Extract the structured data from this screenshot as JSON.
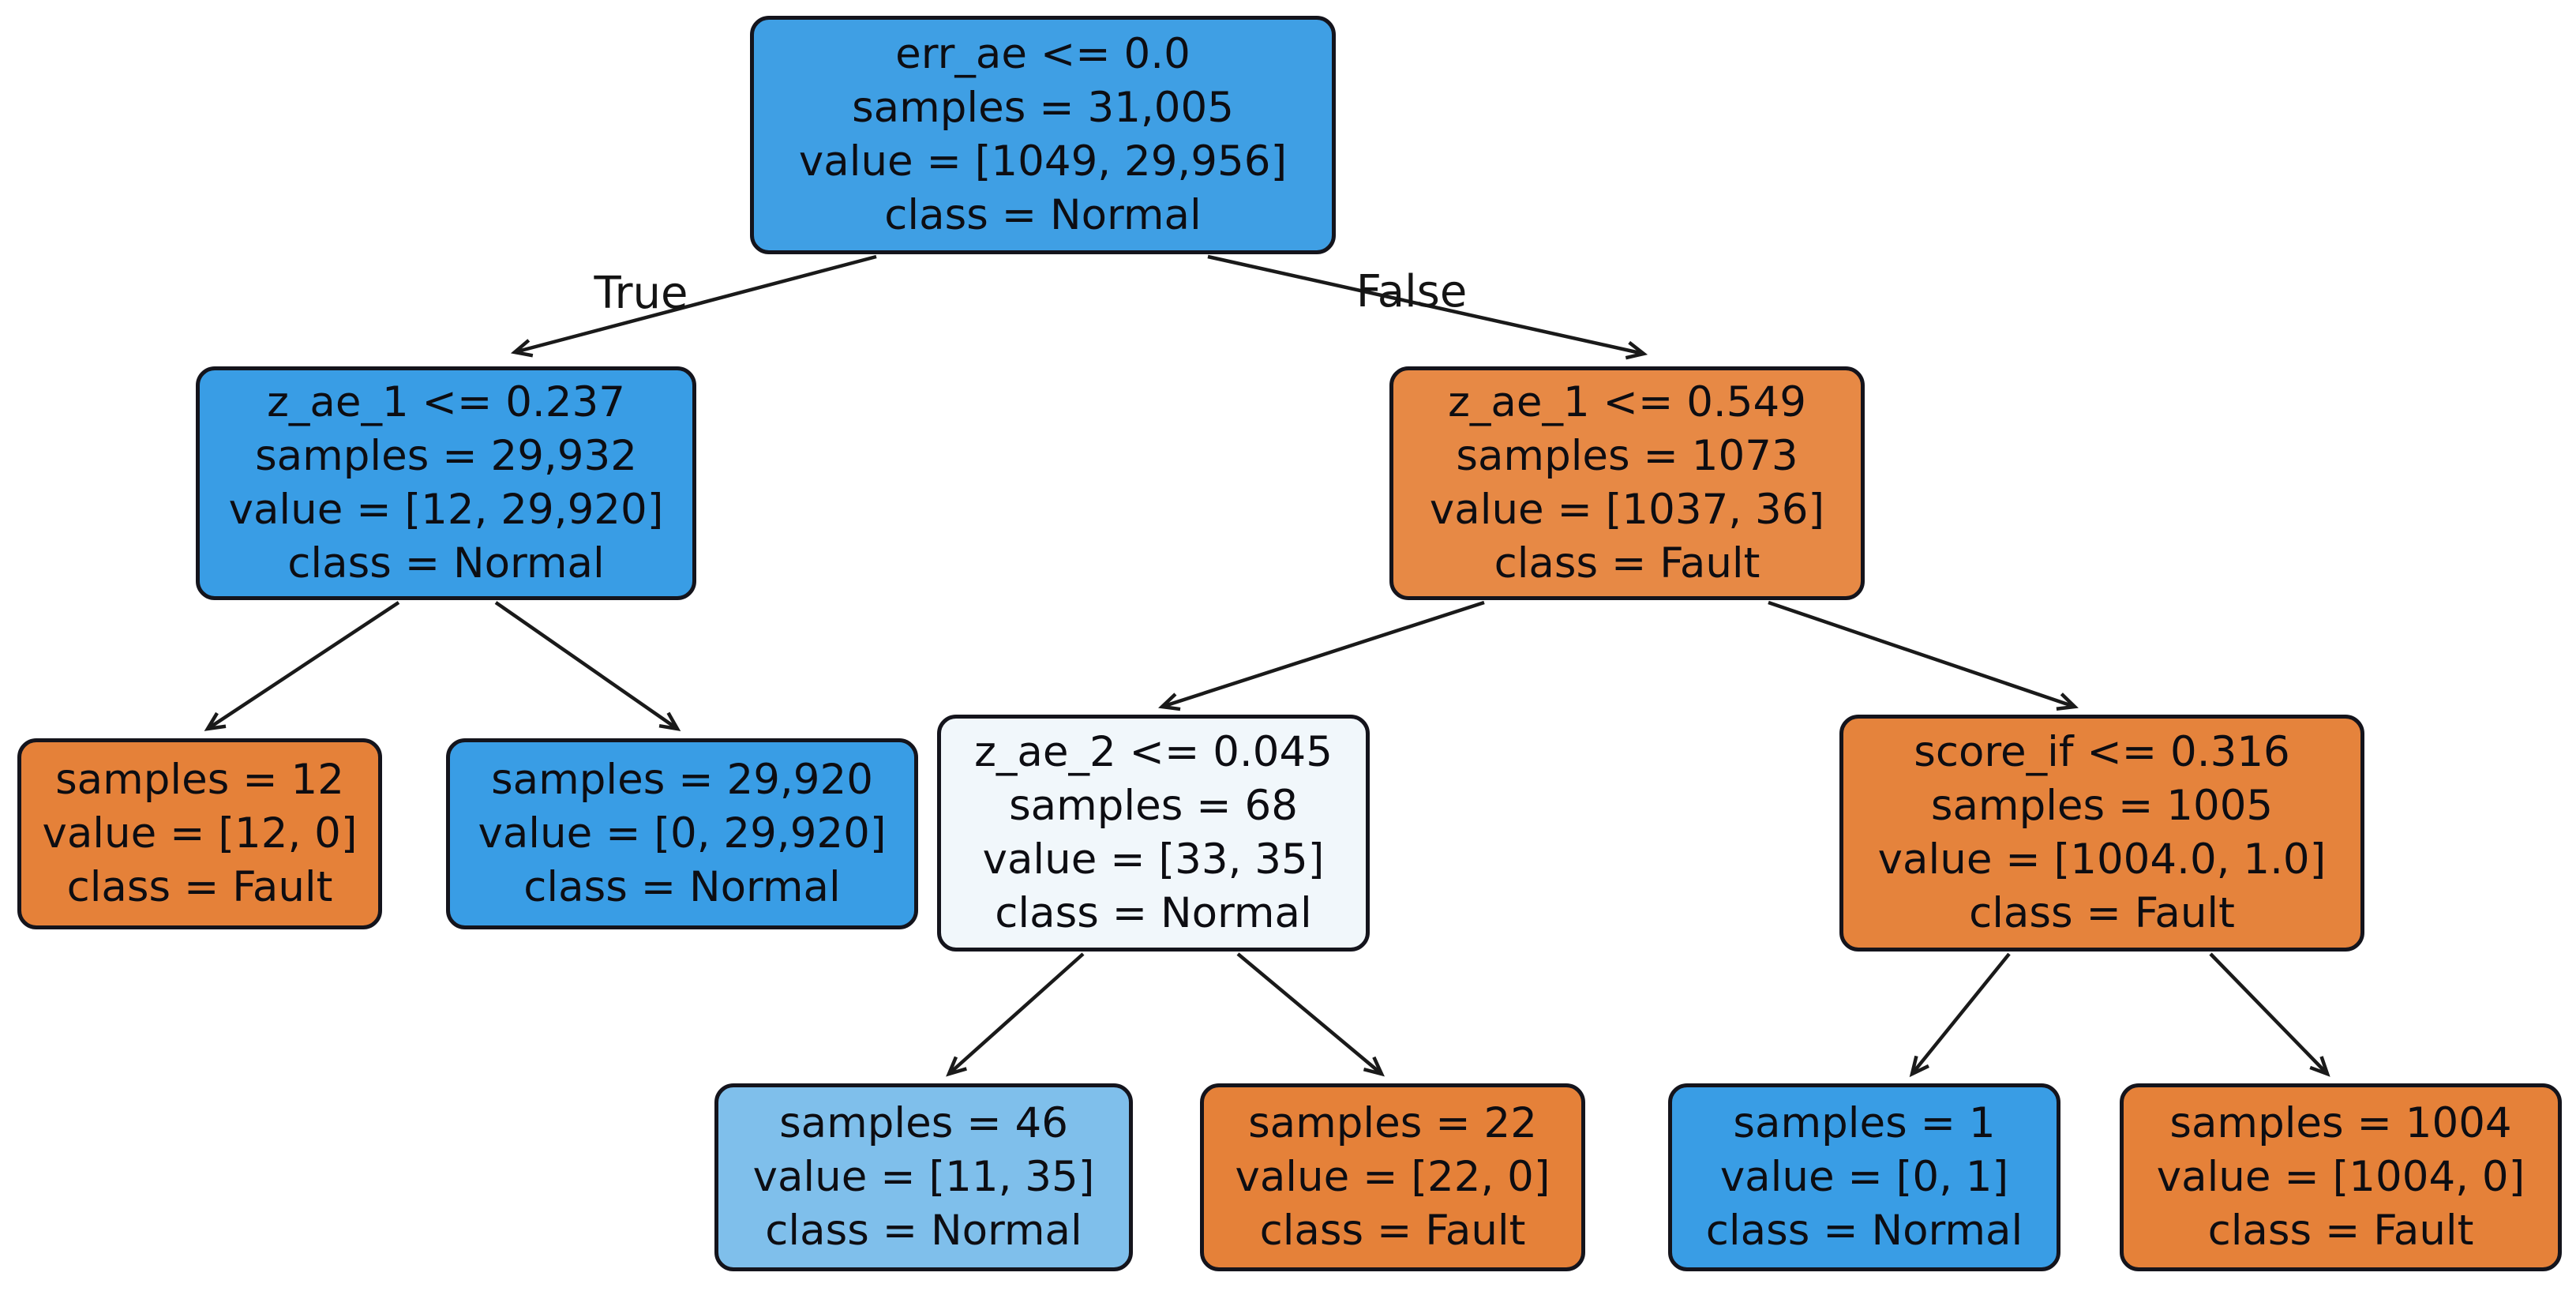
{
  "figure": {
    "type": "decision-tree-plot",
    "background": "#ffffff",
    "classes": [
      "Fault",
      "Normal"
    ]
  },
  "palette": {
    "pure_normal_blue": "#399de5",
    "root_blue": "#3f9fe4",
    "light_blue": "#7fbfeb",
    "near_white_blue": "#f1f7fb",
    "pure_fault_orange": "#e58139",
    "strong_fault_orange": "#e78945",
    "mostly_fault_orange": "#e5833c",
    "node_border": "#14141c",
    "edge_line": "#1a1a1a",
    "text": "#0d0d12"
  },
  "edge_labels": {
    "true_label": "True",
    "false_label": "False"
  },
  "edges": [
    {
      "from": "root",
      "to": "l",
      "label": "True"
    },
    {
      "from": "root",
      "to": "r",
      "label": "False"
    },
    {
      "from": "l",
      "to": "ll"
    },
    {
      "from": "l",
      "to": "lr"
    },
    {
      "from": "r",
      "to": "rl"
    },
    {
      "from": "r",
      "to": "rr"
    },
    {
      "from": "rl",
      "to": "rll"
    },
    {
      "from": "rl",
      "to": "rlr"
    },
    {
      "from": "rr",
      "to": "rrl"
    },
    {
      "from": "rr",
      "to": "rrr"
    }
  ],
  "nodes": {
    "root": {
      "condition": "err_ae <= 0.0",
      "samples": "samples = 31,005",
      "value": "value = [1049, 29,956]",
      "class_label": "class = Normal",
      "fill": "#3f9fe4"
    },
    "l": {
      "condition": "z_ae_1 <= 0.237",
      "samples": "samples = 29,932",
      "value": "value = [12, 29,920]",
      "class_label": "class = Normal",
      "fill": "#399de5"
    },
    "r": {
      "condition": "z_ae_1 <= 0.549",
      "samples": "samples = 1073",
      "value": "value = [1037, 36]",
      "class_label": "class = Fault",
      "fill": "#e78945"
    },
    "ll": {
      "samples": "samples = 12",
      "value": "value = [12, 0]",
      "class_label": "class = Fault",
      "fill": "#e58139"
    },
    "lr": {
      "samples": "samples = 29,920",
      "value": "value = [0, 29,920]",
      "class_label": "class = Normal",
      "fill": "#399de5"
    },
    "rl": {
      "condition": "z_ae_2 <= 0.045",
      "samples": "samples = 68",
      "value": "value = [33, 35]",
      "class_label": "class = Normal",
      "fill": "#f1f7fb"
    },
    "rr": {
      "condition": "score_if <= 0.316",
      "samples": "samples = 1005",
      "value": "value = [1004.0, 1.0]",
      "class_label": "class = Fault",
      "fill": "#e5833c"
    },
    "rll": {
      "samples": "samples = 46",
      "value": "value = [11, 35]",
      "class_label": "class = Normal",
      "fill": "#7fbfeb"
    },
    "rlr": {
      "samples": "samples = 22",
      "value": "value = [22, 0]",
      "class_label": "class = Fault",
      "fill": "#e58139"
    },
    "rrl": {
      "samples": "samples = 1",
      "value": "value = [0, 1]",
      "class_label": "class = Normal",
      "fill": "#399de5"
    },
    "rrr": {
      "samples": "samples = 1004",
      "value": "value = [1004, 0]",
      "class_label": "class = Fault",
      "fill": "#e58139"
    }
  }
}
